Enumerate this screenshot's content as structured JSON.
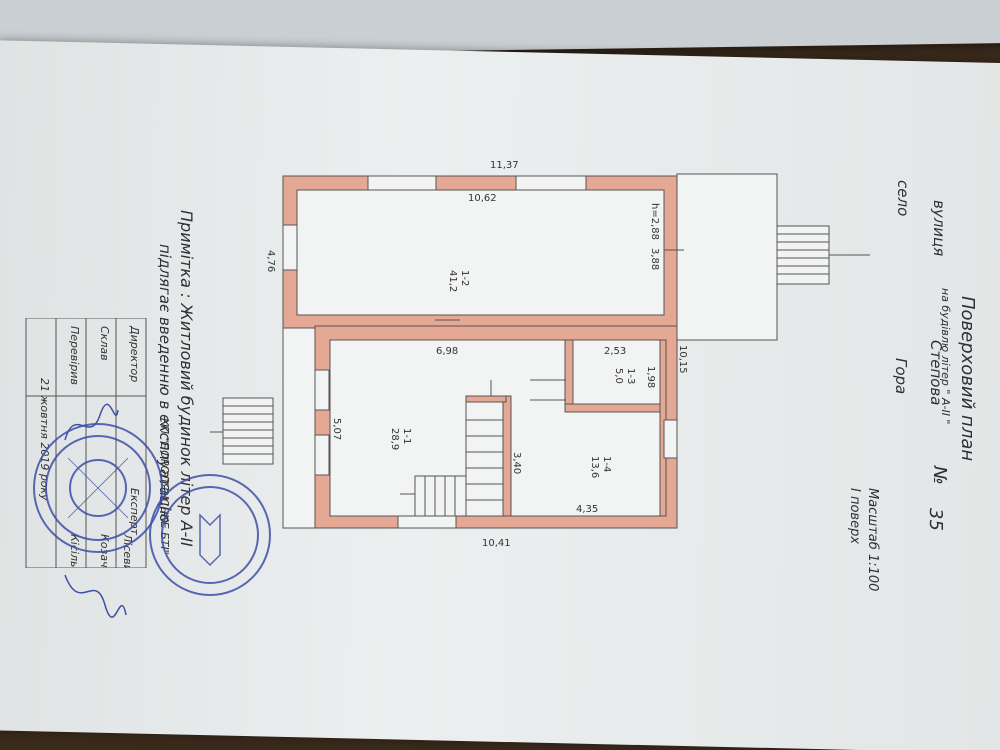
{
  "title": "Поверховий план",
  "building_line": "на будівлю літер \" А-ІІ \"",
  "street_label": "вулиця",
  "street_name": "Степова",
  "number_label": "№",
  "number_value": "35",
  "village_label": "село",
  "village_name": "Гора",
  "scale_line": "Масштаб 1:100",
  "floor_line": "І поверх",
  "note_line1": "Примітка : Житловий будинок літер А-ІІ",
  "note_line2": "підлягає введенню в експлуатацію",
  "dimensions": {
    "overall_top": "11,37",
    "inner_top": "10,62",
    "left": "4,76",
    "right": "10,15",
    "bottom": "10,41",
    "room_1_2_depth": "3,88",
    "height": "h=2,88",
    "mid_width": "6,98",
    "room_1_3_width": "2,53",
    "room_1_3_depth": "1,98",
    "room_1_1_depth": "5,07",
    "room_1_4_depth": "3,40",
    "room_1_4_width": "4,35"
  },
  "rooms": [
    {
      "num": "1-2",
      "area": "41,2"
    },
    {
      "num": "1-1",
      "area": "28,9"
    },
    {
      "num": "1-3",
      "area": "5,0"
    },
    {
      "num": "1-4",
      "area": "13,6"
    }
  ],
  "signatures": {
    "company": "КП \"БОРОДЯНСЬКЕ БТІ\"",
    "rows": [
      {
        "role": "Директор",
        "name": ""
      },
      {
        "role": "Експерт",
        "name": "Лісевич"
      },
      {
        "role": "Склав",
        "name": "Козаченко"
      },
      {
        "role": "Перевірив",
        "name": "Кісіль"
      }
    ],
    "date": "21 жовтня 2019 року"
  },
  "colors": {
    "wall": "#e5a895",
    "ink": "#2f2f35",
    "stamp": "#3e4fa8"
  }
}
